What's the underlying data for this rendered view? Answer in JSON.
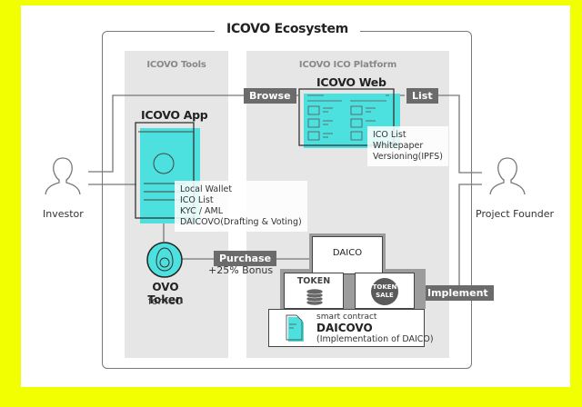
{
  "title": "ICOVO Ecosystem",
  "panels": {
    "tools": "ICOVO Tools",
    "platform": "ICOVO ICO Platform"
  },
  "actors": {
    "investor": "Investor",
    "founder": "Project Founder"
  },
  "icovo_app": {
    "title": "ICOVO App",
    "features": "Local Wallet\nICO List\nKYC / AML\nDAICOVO(Drafting & Voting)"
  },
  "icovo_web": {
    "title": "ICOVO Web",
    "features": "ICO List\nWhitepaper\nVersioning(IPFS)"
  },
  "flows": {
    "browse": "Browse",
    "list": "List",
    "purchase": "Purchase",
    "bonus": "+25% Bonus",
    "implement": "Implement"
  },
  "ovo_token": {
    "title": "OVO Token",
    "subtitle": "for ICO"
  },
  "daico": {
    "top": "DAICO",
    "token": "TOKEN",
    "token_sale_line1": "TOKEN",
    "token_sale_line2": "SALE",
    "contract_caption": "smart contract",
    "contract_name": "DAICOVO",
    "contract_desc": "(Implementation of DAICO)"
  },
  "colors": {
    "accent": "#4ce0de",
    "background": "#f2ff00",
    "label": "#6b6b6b"
  }
}
